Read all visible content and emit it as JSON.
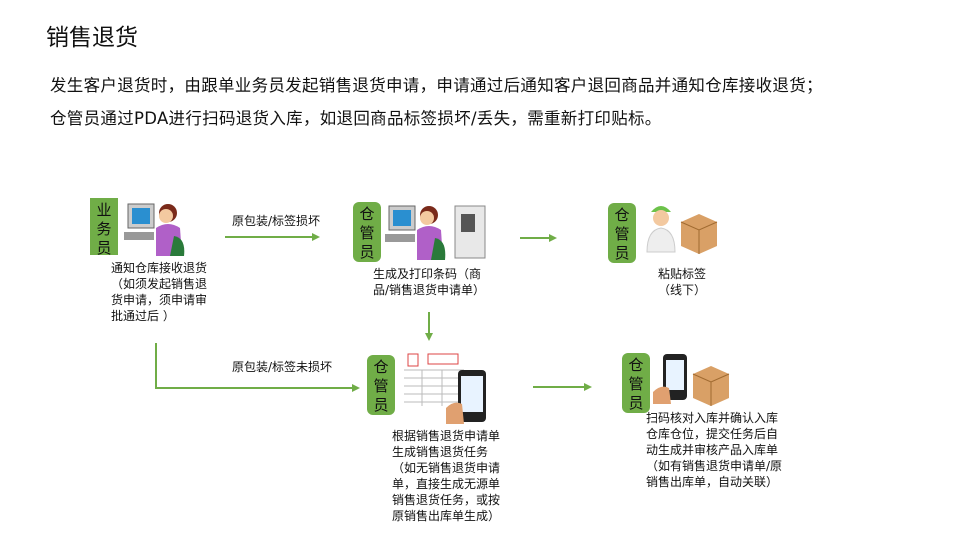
{
  "title": "销售退货",
  "description": [
    "发生客户退货时，由跟单业务员发起销售退货申请，申请通过后通知客户退回商品并通知仓库接收退货；",
    "仓管员通过PDA进行扫码退货入库，如退回商品标签损坏/丢失，需重新打印贴标。"
  ],
  "branches": {
    "damaged": "原包装/标签损坏",
    "undamaged": "原包装/标签未损坏"
  },
  "steps": [
    {
      "role": "业务员",
      "text": [
        "通知仓库接收退货",
        "（如须发起销售退",
        "货申请，须申请审",
        "批通过后 ）"
      ]
    },
    {
      "role": "仓管员",
      "text": [
        "生成及打印条码（商",
        "品/销售退货申请单）"
      ]
    },
    {
      "role": "仓管员",
      "text": [
        "粘贴标签",
        "（线下）"
      ]
    },
    {
      "role": "仓管员",
      "text": [
        "根据销售退货申请单",
        "生成销售退货任务",
        "（如无销售退货申请",
        "单，直接生成无源单",
        "销售退货任务，或按",
        "原销售出库单生成）"
      ]
    },
    {
      "role": "仓管员",
      "text": [
        "扫码核对入库并确认入库",
        "仓库仓位，提交任务后自",
        "动生成并审核产品入库单",
        "（如有销售退货申请单/原",
        "销售出库单，自动关联）"
      ]
    }
  ],
  "colors": {
    "accent": "#70ad47"
  }
}
